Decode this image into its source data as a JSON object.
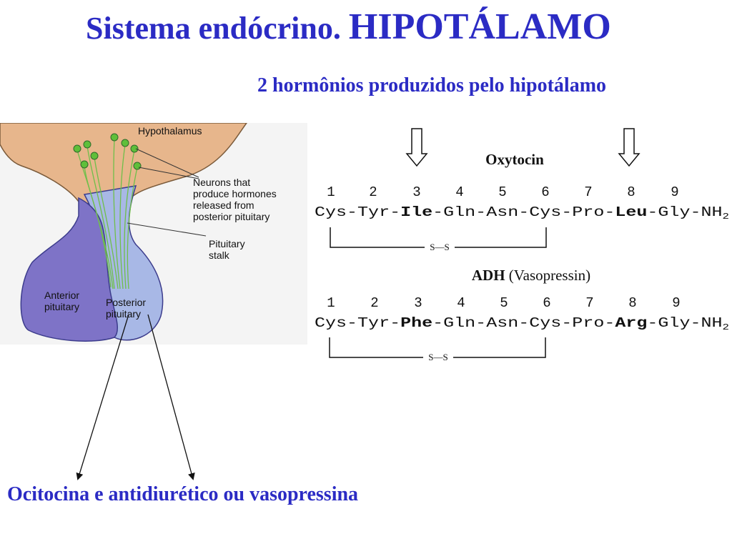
{
  "title": {
    "part1": "Sistema endócrino. ",
    "part2": "HIPOTÁLAMO"
  },
  "subtitle": "2 hormônios produzidos pelo hipotálamo",
  "bottom_text": "Ocitocina e antidiurético ou vasopressina",
  "illustration": {
    "labels": {
      "hypothalamus": "Hypothalamus",
      "neurons": [
        "Neurons that",
        "produce hormones",
        "released from",
        "posterior pituitary"
      ],
      "stalk": [
        "Pituitary",
        "stalk"
      ],
      "anterior": [
        "Anterior",
        "pituitary"
      ],
      "posterior": [
        "Posterior",
        "pituitary"
      ]
    },
    "colors": {
      "hypothalamus": "#e7b68c",
      "anterior": "#7e73c7",
      "posterior": "#a8b8e6",
      "neurons": "#5fbf3a",
      "text": "#2b2bc4"
    }
  },
  "peptides": {
    "oxytocin": {
      "name": "Oxytocin",
      "positions": [
        "1",
        "2",
        "3",
        "4",
        "5",
        "6",
        "7",
        "8",
        "9"
      ],
      "seq": [
        {
          "t": "Cys-",
          "b": false
        },
        {
          "t": "Tyr-",
          "b": false
        },
        {
          "t": "Ile",
          "b": true
        },
        {
          "t": "-Gln-",
          "b": false
        },
        {
          "t": "Asn-",
          "b": false
        },
        {
          "t": "Cys-",
          "b": false
        },
        {
          "t": "Pro-",
          "b": false
        },
        {
          "t": "Leu",
          "b": true
        },
        {
          "t": "-Gly-NH",
          "b": false
        },
        {
          "t": "2",
          "b": false,
          "sub": true
        }
      ],
      "disulfide": "S—S"
    },
    "adh": {
      "name": "ADH",
      "name_paren": "(Vasopressin)",
      "positions": [
        "1",
        "2",
        "3",
        "4",
        "5",
        "6",
        "7",
        "8",
        "9"
      ],
      "seq": [
        {
          "t": "Cys-",
          "b": false
        },
        {
          "t": "Tyr-",
          "b": false
        },
        {
          "t": "Phe",
          "b": true
        },
        {
          "t": "-Gln-",
          "b": false
        },
        {
          "t": "Asn-",
          "b": false
        },
        {
          "t": "Cys-",
          "b": false
        },
        {
          "t": "Pro-",
          "b": false
        },
        {
          "t": "Arg",
          "b": true
        },
        {
          "t": "-Gly-NH",
          "b": false
        },
        {
          "t": "2",
          "b": false,
          "sub": true
        }
      ],
      "disulfide": "S—S"
    }
  },
  "icons": [
    "down-arrow-icon"
  ]
}
